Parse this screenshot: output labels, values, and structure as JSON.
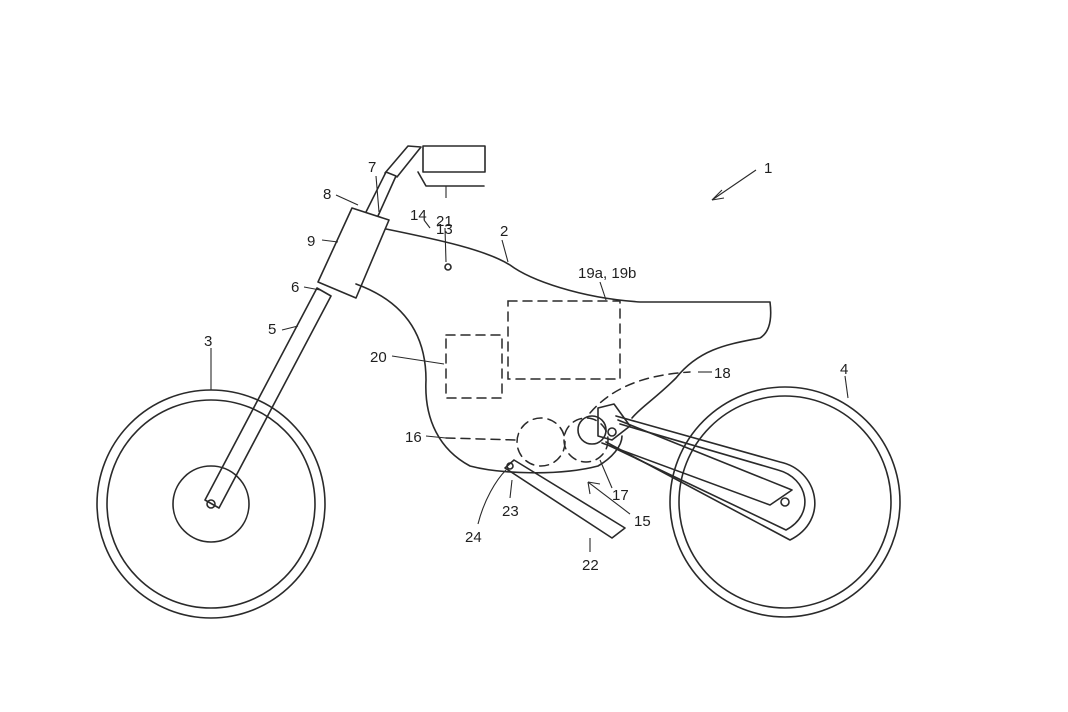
{
  "labels": {
    "l1": "1",
    "l2": "2",
    "l3": "3",
    "l4": "4",
    "l5": "5",
    "l6": "6",
    "l7": "7",
    "l8": "8",
    "l9": "9",
    "l13": "13",
    "l14": "14",
    "l15": "15",
    "l16": "16",
    "l17": "17",
    "l18": "18",
    "l19": "19a, 19b",
    "l20": "20",
    "l21": "21",
    "l22": "22",
    "l23": "23",
    "l24": "24"
  },
  "colors": {
    "line": "#2a2a2a",
    "background": "#ffffff"
  }
}
